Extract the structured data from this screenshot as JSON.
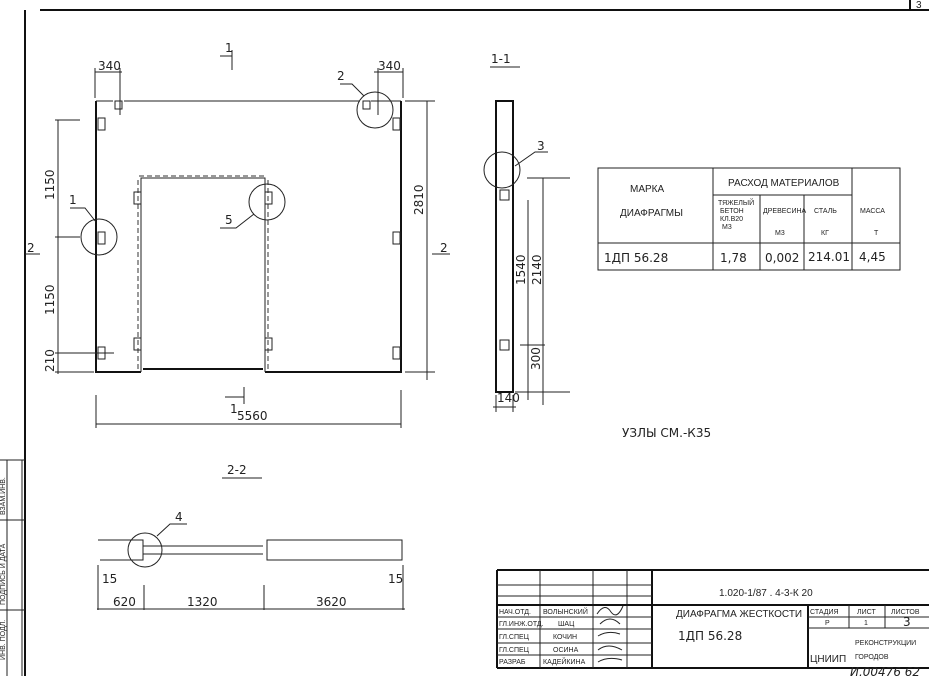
{
  "sheet_corner": "3",
  "elevation": {
    "section_mark_top": "1",
    "section_mark_bottom": "1",
    "section_mark_left": "2",
    "section_mark_right": "2",
    "dim_top_left": "340",
    "dim_top_right": "340",
    "dim_left_upper": "1150",
    "dim_left_lower": "1150",
    "dim_left_bottom": "210",
    "dim_height": "2810",
    "dim_width": "5560",
    "node_1": "1",
    "node_2": "2",
    "node_5": "5"
  },
  "section_1_1": {
    "title": "1-1",
    "node_3": "3",
    "dim_1540": "1540",
    "dim_2140": "2140",
    "dim_300": "300",
    "dim_140": "140"
  },
  "section_2_2": {
    "title": "2-2",
    "node_4": "4",
    "dim_15_left": "15",
    "dim_15_right": "15",
    "dim_620": "620",
    "dim_1320": "1320",
    "dim_3620": "3620"
  },
  "nodes_note": "УЗЛЫ СМ.-К35",
  "materials_table": {
    "col_mark": [
      "МАРКА",
      "ДИАФРАГМЫ"
    ],
    "group_header": "РАСХОД МАТЕРИАЛОВ",
    "concrete": [
      "ТЯЖЕЛЫЙ",
      "БЕТОН",
      "КЛ.В20",
      "М3"
    ],
    "wood": [
      "ДРЕВЕСИНА",
      "М3"
    ],
    "steel": [
      "СТАЛЬ",
      "КГ"
    ],
    "mass": [
      "МАССА",
      "Т"
    ],
    "row": {
      "mark": "1ДП 56.28",
      "concrete": "1,78",
      "wood": "0,002",
      "steel": "214.01",
      "mass": "4,45"
    }
  },
  "title_block": {
    "code": "1.020-1/87 . 4-3-К 20",
    "name": "ДИАФРАГМА ЖЕСТКОСТИ",
    "mark": "1ДП 56.28",
    "stage_label": "СТАДИЯ",
    "sheet_label": "ЛИСТ",
    "sheets_label": "ЛИСТОВ",
    "stage": "Р",
    "sheet": "1",
    "sheets": "3",
    "org": "ЦНИИП",
    "org_sub1": "РЕКОНСТРУКЦИИ",
    "org_sub2": "ГОРОДОВ",
    "signers": [
      {
        "role": "НАЧ.ОТД.",
        "name": "ВОЛЫНСКИЙ"
      },
      {
        "role": "ГЛ.ИНЖ.ОТД.",
        "name": "ШАЦ"
      },
      {
        "role": "ГЛ.СПЕЦ",
        "name": "КОЧИН"
      },
      {
        "role": "ГЛ.СПЕЦ",
        "name": "ОСИНА"
      },
      {
        "role": "РАЗРАБ",
        "name": "КАДЕЙКИНА"
      }
    ],
    "inventory": "И.00476 62"
  },
  "margin_stamp": [
    "ИНВ. ПОДЛ.",
    "ПОДПИСЬ И ДАТА",
    "ВЗАМ.ИНВ."
  ]
}
